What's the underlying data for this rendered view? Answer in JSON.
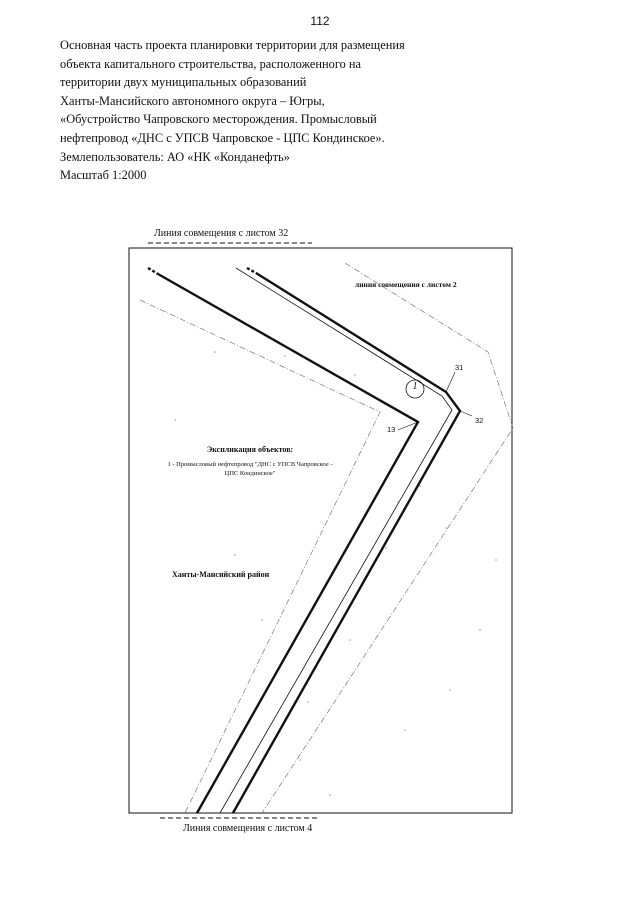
{
  "page": {
    "number": "112"
  },
  "header": {
    "lines": [
      "Основная часть проекта планировки территории для размещения",
      "объекта капитального строительства, расположенного на",
      "территории двух муниципальных образований",
      "Ханты-Мансийского автономного округа – Югры,",
      "«Обустройство Чапровского месторождения. Промысловый",
      "нефтепровод «ДНС с УПСВ Чапровское - ЦПС Кондинское».",
      "Землепользователь: АО «НК «Конданефть»",
      "Масштаб 1:2000"
    ]
  },
  "map": {
    "label_top": "Линия совмещения с листом 32",
    "label_right": "линия совмещения с листом 2",
    "label_bottom": "Линия совмещения с листом 4",
    "district": "Ханты-Мансийский район",
    "object_marker": "1",
    "points": {
      "p13": "13",
      "p31": "31",
      "p32": "32"
    },
    "legend": {
      "title": "Экспликация объектов:",
      "item": "1 - Промысловый нефтепровод \"ДНС с УПСВ Чапровское - ЦПС Кондинское\""
    }
  }
}
